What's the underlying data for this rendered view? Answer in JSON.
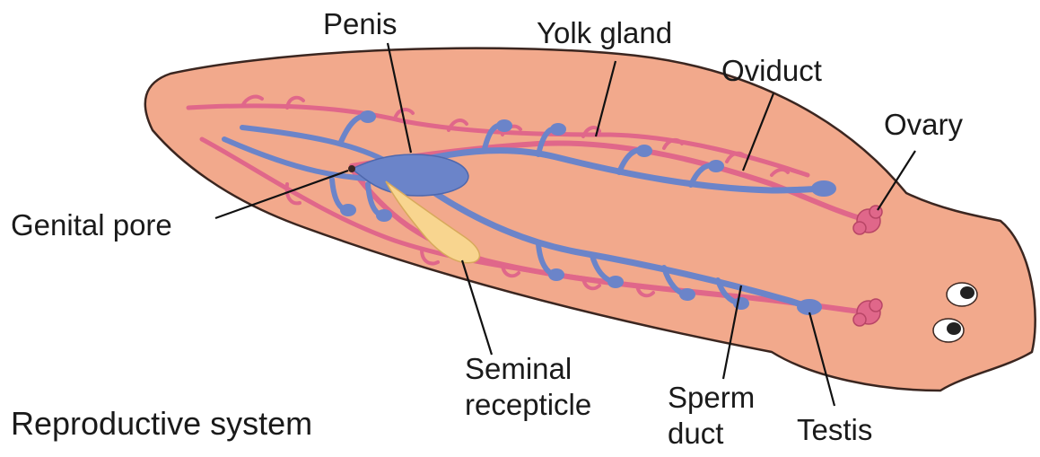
{
  "caption": "Reproductive system",
  "labels": {
    "penis": "Penis",
    "yolk_gland": "Yolk gland",
    "oviduct": "Oviduct",
    "ovary": "Ovary",
    "genital_pore": "Genital pore",
    "seminal_line1": "Seminal",
    "seminal_line2": "recepticle",
    "sperm_line1": "Sperm",
    "sperm_line2": "duct",
    "testis": "Testis"
  },
  "colors": {
    "body_fill": "#f2a98c",
    "body_outline": "#3b2620",
    "female_system": "#e0678a",
    "male_system": "#6b84c9",
    "seminal_receptacle": "#f8d58f",
    "eyes": "#ffffff",
    "pupils": "#222222"
  }
}
